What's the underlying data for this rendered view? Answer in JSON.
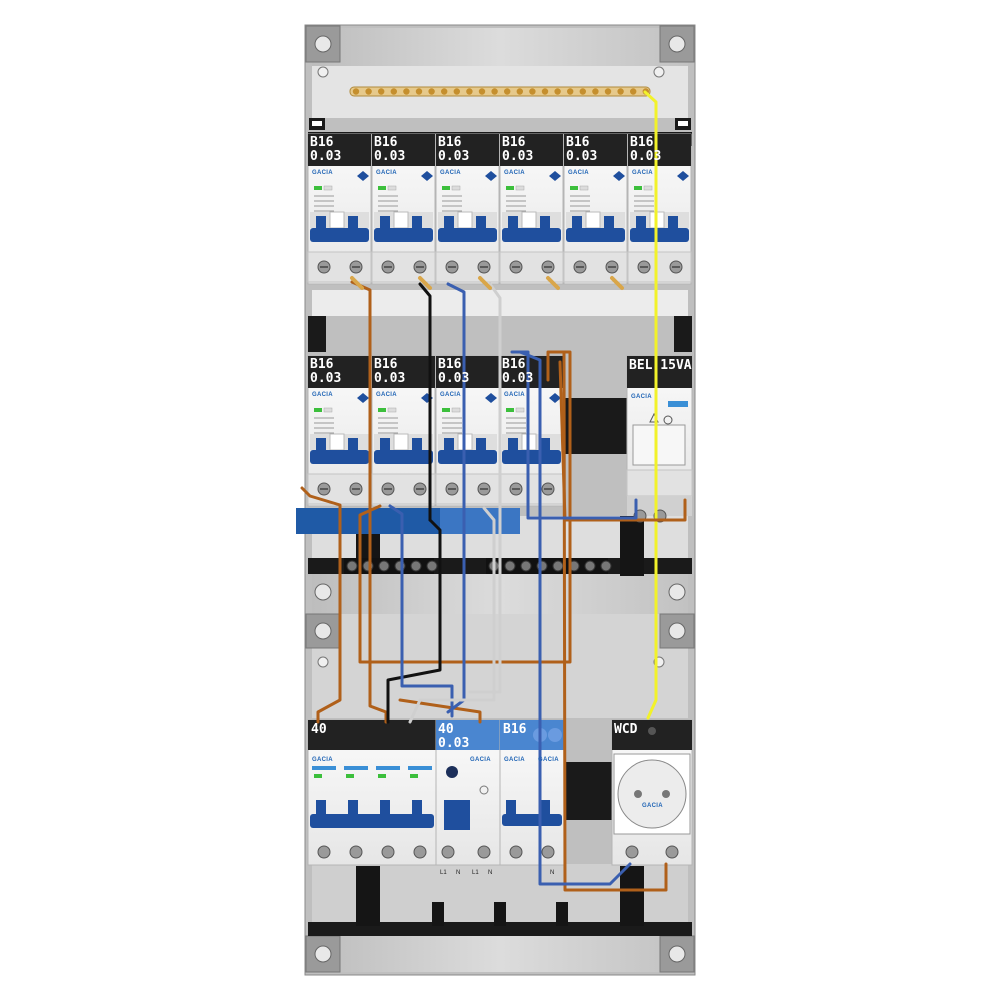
{
  "colors": {
    "enclosure": "#c8c8c8",
    "rail": "#1a1a1a",
    "label_bar": "#222222",
    "label_bar_blue": "#4a86d0",
    "breaker_blue": "#1f4f9e",
    "busbar_blue": "#1f5aa6",
    "wire_brown": "#b0601a",
    "wire_blue": "#3a5fb0",
    "wire_black": "#111111",
    "wire_grey": "#cfcfcf",
    "wire_yellow": "#f2f22a",
    "copper": "#d9a64a"
  },
  "brand": "GACIA",
  "row1": {
    "breakers": [
      {
        "rating": "B16",
        "sensitivity": "0.03"
      },
      {
        "rating": "B16",
        "sensitivity": "0.03"
      },
      {
        "rating": "B16",
        "sensitivity": "0.03"
      },
      {
        "rating": "B16",
        "sensitivity": "0.03"
      },
      {
        "rating": "B16",
        "sensitivity": "0.03"
      },
      {
        "rating": "B16",
        "sensitivity": "0.03"
      }
    ]
  },
  "row2": {
    "breakers": [
      {
        "rating": "B16",
        "sensitivity": "0.03"
      },
      {
        "rating": "B16",
        "sensitivity": "0.03"
      },
      {
        "rating": "B16",
        "sensitivity": "0.03"
      },
      {
        "rating": "B16",
        "sensitivity": "0.03"
      }
    ],
    "transformer": {
      "label": "BEL 15VA"
    }
  },
  "row3": {
    "main_switch": {
      "label": "40"
    },
    "rcd": {
      "rating": "40",
      "sensitivity": "0.03"
    },
    "breaker": {
      "label": "B16"
    },
    "socket": {
      "label": "WCD"
    },
    "terminal_marks": [
      "L1",
      "N",
      "L1",
      "N",
      "N"
    ]
  }
}
